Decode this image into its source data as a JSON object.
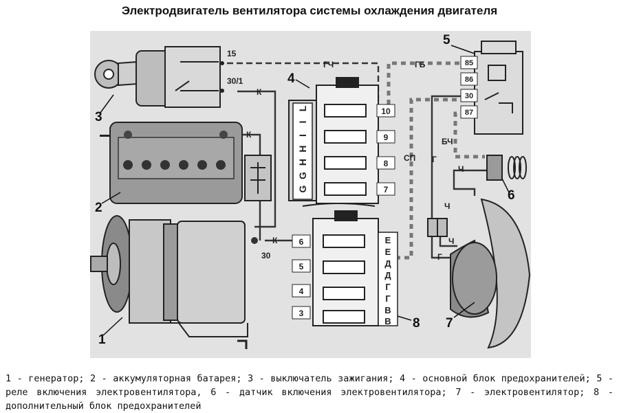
{
  "title": "Электродвигатель вентилятора системы охлаждения двигателя",
  "callouts": {
    "c1": "1",
    "c2": "2",
    "c3": "3",
    "c4": "4",
    "c5": "5",
    "c6": "6",
    "c7": "7",
    "c8": "8"
  },
  "terminals": {
    "t15": "15",
    "t30_1": "30/1",
    "t30": "30",
    "r85": "85",
    "r86": "86",
    "r30": "30",
    "r87": "87"
  },
  "wires": {
    "gch": "ГЧ",
    "gb": "ГБ",
    "k1": "К",
    "k2": "К",
    "k3": "К",
    "sp": "СП",
    "bch": "БЧ",
    "g1": "Г",
    "ch1": "Ч",
    "ch2": "Ч",
    "ch3": "Ч",
    "g2": "Г"
  },
  "fuse_block_main": {
    "left_letters": [
      "L",
      "I",
      "I",
      "H",
      "H",
      "G",
      "G"
    ],
    "numbers": [
      "10",
      "9",
      "8",
      "7"
    ]
  },
  "fuse_block_extra": {
    "left_numbers": [
      "6",
      "5",
      "4",
      "3"
    ],
    "right_letters": [
      "Е",
      "Е",
      "Д",
      "Д",
      "Г",
      "Г",
      "В",
      "В"
    ]
  },
  "caption": "1 - генератор; 2 - аккумуляторная батарея; 3 - выключатель зажигания; 4 - основной блок предохранителей; 5 - реле включения электровентилятора, 6 - датчик включения электровентилятора; 7 - электровентилятор; 8 - дополнительный блок предохранителей"
}
